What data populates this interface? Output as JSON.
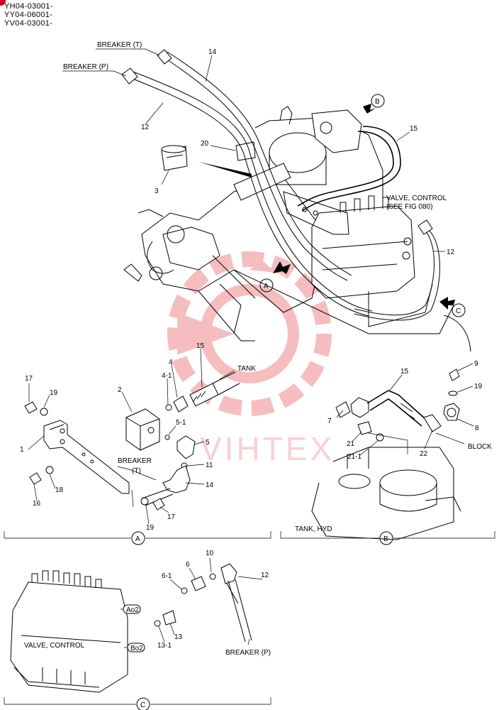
{
  "header": {
    "badge_color": "#d0021b",
    "serials": [
      "YH04-03001-",
      "YY04-06001-",
      "YV04-03001-"
    ]
  },
  "watermark": {
    "text": "VIHTEX",
    "color": "#e8464a"
  },
  "labels": {
    "breaker_t": "BREAKER (T)",
    "breaker_p": "BREAKER (P)",
    "valve_control_1": "VALVE, CONTROL",
    "valve_control_2": "(SEE FIG 080)",
    "tank": "TANK",
    "block": "BLOCK",
    "tank_hyd": "TANK, HYD",
    "breaker": "BREAKER",
    "breaker_t_short": "(T)",
    "valve_control_c": "VALVE, CONTROL",
    "breaker_p_c": "BREAKER (P)",
    "port_a": "Ao2",
    "port_b": "Bo2"
  },
  "views": {
    "a": "A",
    "b": "B",
    "c": "C"
  },
  "callouts": {
    "n14": "14",
    "n12": "12",
    "n20": "20",
    "n3": "3",
    "n15": "15",
    "n12b": "12",
    "a17": "17",
    "a19": "19",
    "a2": "2",
    "a4_1": "4-1",
    "a4": "4",
    "a15": "15",
    "a5_1": "5-1",
    "a5": "5",
    "a11": "11",
    "a1": "1",
    "a14": "14",
    "a18": "18",
    "a16": "16",
    "a19b": "19",
    "a17b": "17",
    "b15": "15",
    "b9": "9",
    "b19": "19",
    "b7": "7",
    "b8": "8",
    "b21": "21",
    "b21_1": "21-1",
    "b22": "22",
    "c10": "10",
    "c6": "6",
    "c6_1": "6-1",
    "c12": "12",
    "c13": "13",
    "c13_1": "13-1"
  }
}
